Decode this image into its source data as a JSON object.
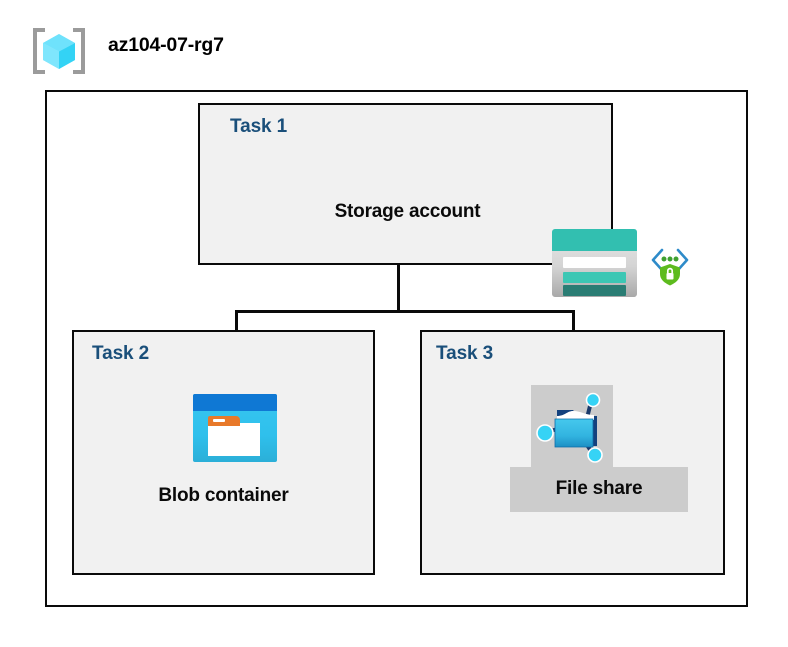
{
  "header": {
    "resource_group_icon": "resource-group-cube-icon",
    "title": "az104-07-rg7"
  },
  "diagram": {
    "type": "azure-architecture-diagram",
    "boundary_name": "resource-group-boundary",
    "colors": {
      "task_label": "#1A4F7A",
      "box_fill": "#F1F1F1",
      "box_border": "#0A0A0A",
      "highlight": "#CCCCCC",
      "storage_teal": "#32BFB0",
      "blob_blue": "#0F78D4",
      "blob_cyan": "#2FC0EC",
      "shield_green": "#5DBB1E",
      "link_blue": "#0F78D4",
      "cube_cyan": "#50E6FF"
    },
    "tasks": [
      {
        "id": "task1",
        "label": "Task 1",
        "node_label": "Storage account",
        "icons": [
          "storage-account-icon",
          "private-link-secure-icon"
        ],
        "highlighted": false
      },
      {
        "id": "task2",
        "label": "Task 2",
        "node_label": "Blob container",
        "icons": [
          "blob-container-icon"
        ],
        "highlighted": false
      },
      {
        "id": "task3",
        "label": "Task 3",
        "node_label": "File share",
        "icons": [
          "file-share-icon"
        ],
        "highlighted": true
      }
    ],
    "connectors": [
      {
        "name": "storage-to-bus-trunk",
        "from": "task1",
        "to": "bus"
      },
      {
        "name": "bus-to-blob-container",
        "from": "bus",
        "to": "task2"
      },
      {
        "name": "bus-to-file-share",
        "from": "bus",
        "to": "task3"
      }
    ]
  }
}
